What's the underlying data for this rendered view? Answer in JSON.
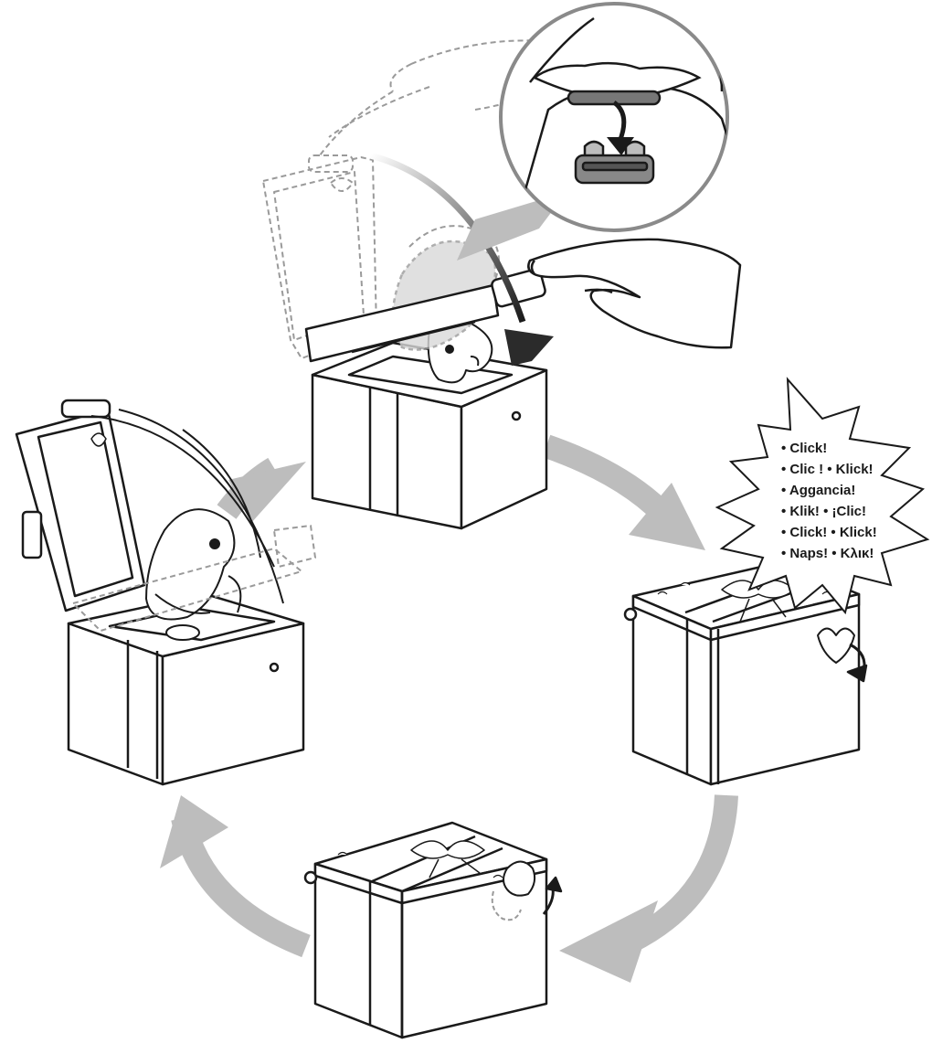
{
  "bubble": {
    "lines": [
      "• Click!",
      "• Clic ! • Klick!",
      "• Aggancia!",
      "• Klik! • ¡Clic!",
      "• Click! • Klick!",
      "• Naps! • Κλικ!"
    ]
  },
  "colors": {
    "outline": "#1a1a1a",
    "arrow_gray": "#bdbdbd",
    "dark_arrow": "#2b2b2b",
    "ghost": "#9a9a9a",
    "shade": "#d9d9d9"
  }
}
